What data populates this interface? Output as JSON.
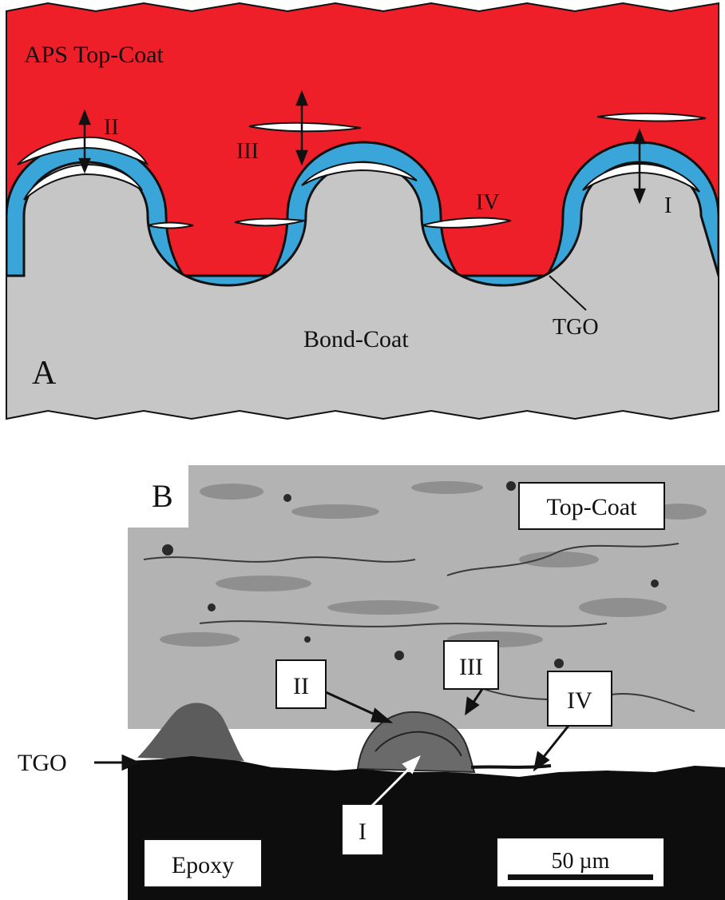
{
  "panel_a": {
    "panel_letter": "A",
    "top_coat_label": "APS Top-Coat",
    "bond_coat_label": "Bond-Coat",
    "tgo_label": "TGO",
    "crack_labels": {
      "i": "I",
      "ii": "II",
      "iii": "III",
      "iv": "IV"
    },
    "colors": {
      "top_coat_top": "#f4f01c",
      "top_coat_mid": "#f7941d",
      "top_coat_bottom": "#f0262a",
      "tgo": "#3aa5d8",
      "bond_coat": "#c6c6c6",
      "crack": "#ffffff"
    }
  },
  "panel_b": {
    "panel_letter": "B",
    "top_coat_label": "Top-Coat",
    "epoxy_label": "Epoxy",
    "tgo_label": "TGO",
    "crack_labels": {
      "i": "I",
      "ii": "II",
      "iii": "III",
      "iv": "IV"
    },
    "scale_bar_label": "50 µm"
  }
}
